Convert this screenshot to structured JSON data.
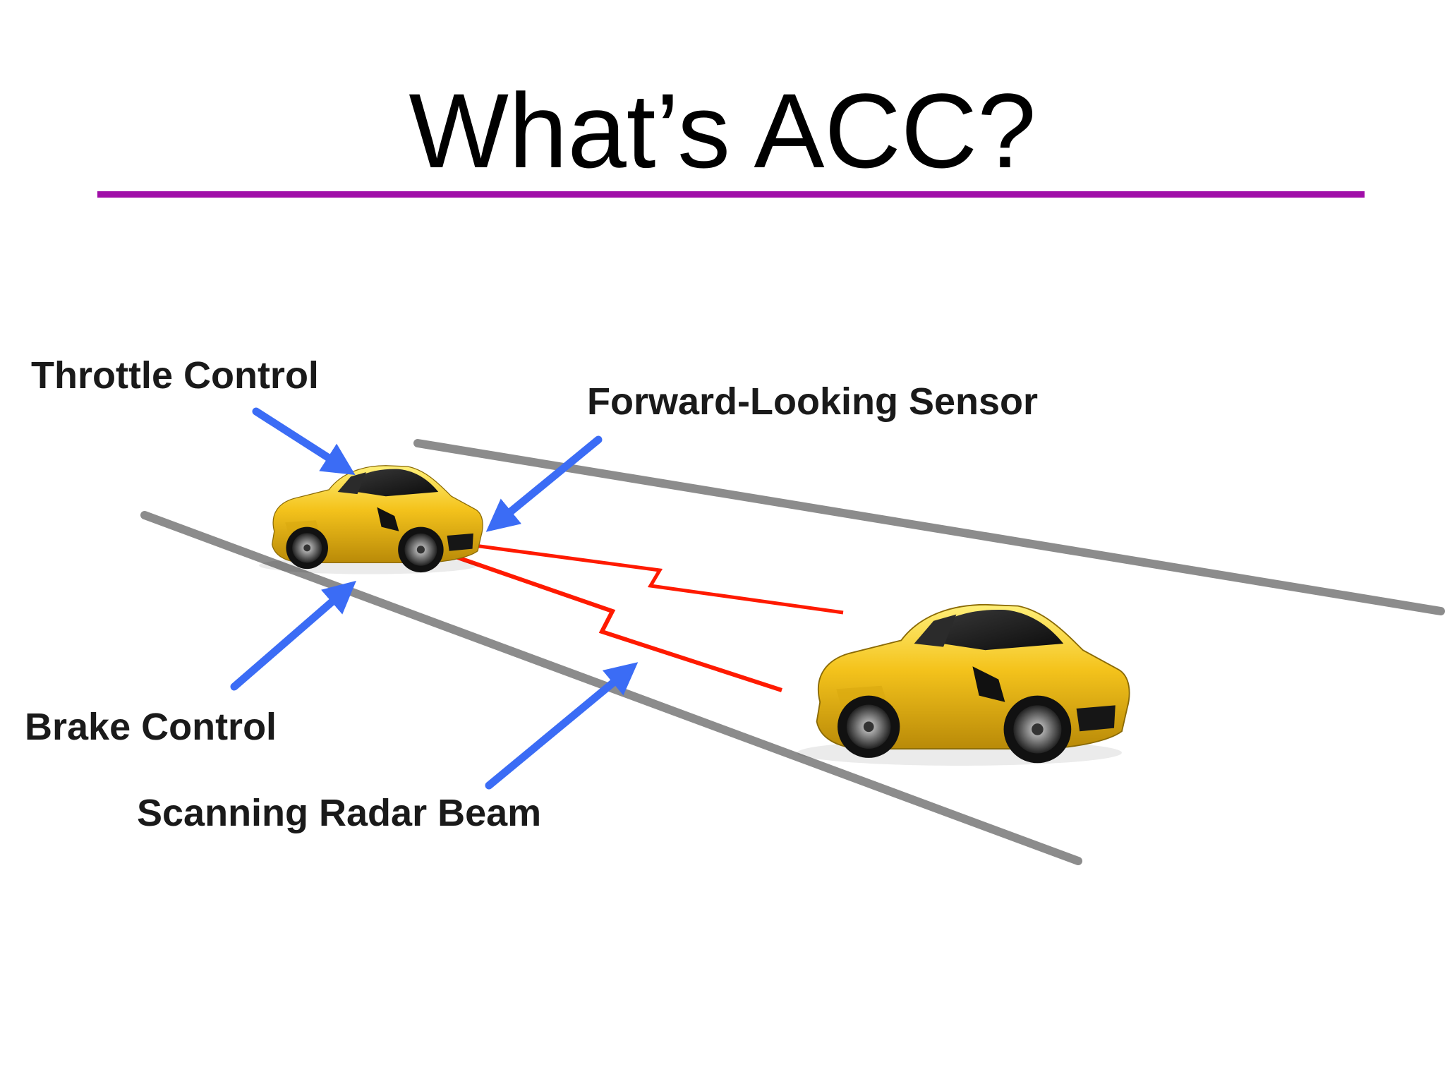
{
  "slide": {
    "title": "What’s ACC?"
  },
  "callouts": {
    "throttle": "Throttle Control",
    "sensor": "Forward-Looking Sensor",
    "brake": "Brake Control",
    "radar": "Scanning Radar Beam"
  },
  "colors": {
    "title_rule": "#a00ea8",
    "lane_line": "#8a8a8a",
    "arrow": "#3b6cf5",
    "radar_beam": "#ff1a00",
    "car_body": "#f2c21a"
  },
  "icons": {
    "leading_car": "sports-car-icon",
    "following_car": "sports-car-icon"
  }
}
